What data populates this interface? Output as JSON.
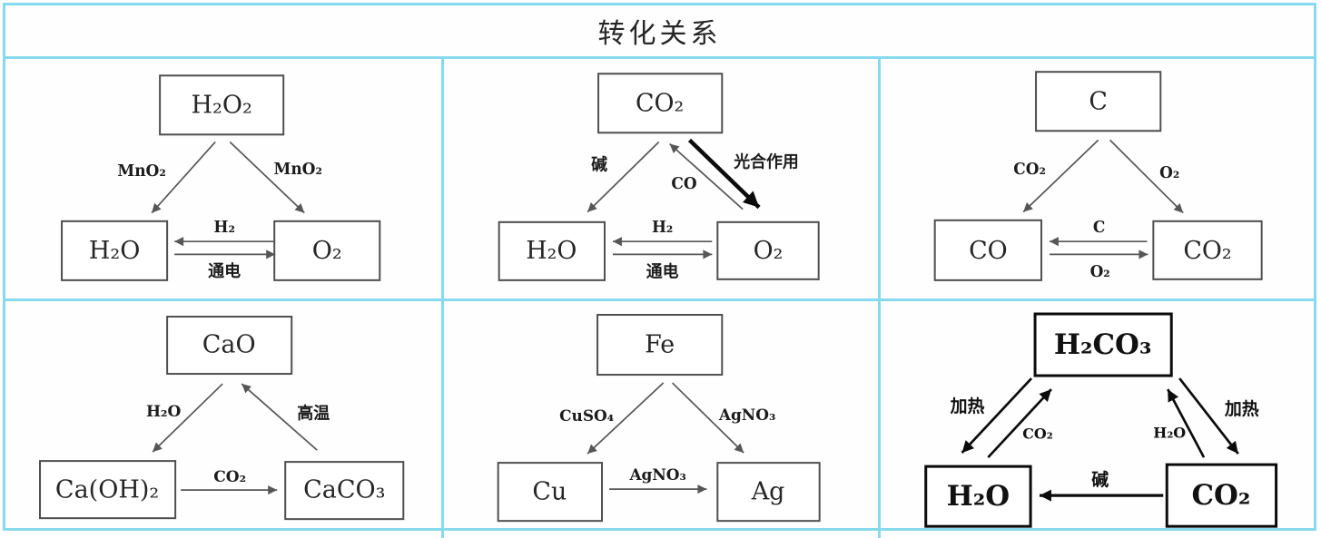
{
  "title": "转化关系",
  "colors": {
    "grid_line": "#87d9ee",
    "box_border": "#4f4f4f",
    "bold_ink": "#0b0b0b",
    "arrow": "#565656"
  },
  "cells": [
    {
      "name": "hydrogen-peroxide-water-oxygen",
      "nodes": {
        "top": "H₂O₂",
        "left": "H₂O",
        "right": "O₂"
      },
      "edges": {
        "top_to_left": "MnO₂",
        "top_to_right": "MnO₂",
        "right_to_left": "H₂",
        "left_to_right": "通电"
      }
    },
    {
      "name": "carbon-dioxide-water-oxygen",
      "nodes": {
        "top": "CO₂",
        "left": "H₂O",
        "right": "O₂"
      },
      "edges": {
        "top_to_left": "碱",
        "right_to_top": "CO",
        "top_to_right": "光合作用",
        "right_to_left": "H₂",
        "left_to_right": "通电"
      }
    },
    {
      "name": "carbon-monoxide-dioxide",
      "nodes": {
        "top": "C",
        "left": "CO",
        "right": "CO₂"
      },
      "edges": {
        "top_to_left": "CO₂",
        "top_to_right": "O₂",
        "right_to_left": "C",
        "left_to_right": "O₂"
      }
    },
    {
      "name": "calcium-compounds",
      "nodes": {
        "top": "CaO",
        "left": "Ca(OH)₂",
        "right": "CaCO₃"
      },
      "edges": {
        "top_to_left": "H₂O",
        "right_to_top": "高温",
        "left_to_right": "CO₂"
      }
    },
    {
      "name": "metal-displacement",
      "nodes": {
        "top": "Fe",
        "left": "Cu",
        "right": "Ag"
      },
      "edges": {
        "top_to_left": "CuSO₄",
        "top_to_right": "AgNO₃",
        "left_to_right": "AgNO₃"
      }
    },
    {
      "name": "carbonic-acid",
      "nodes": {
        "top": "H₂CO₃",
        "left": "H₂O",
        "right": "CO₂"
      },
      "edges": {
        "top_to_left": "加热",
        "left_to_top": "CO₂",
        "right_to_top": "H₂O",
        "top_to_right": "加热",
        "right_to_left": "碱"
      }
    }
  ]
}
